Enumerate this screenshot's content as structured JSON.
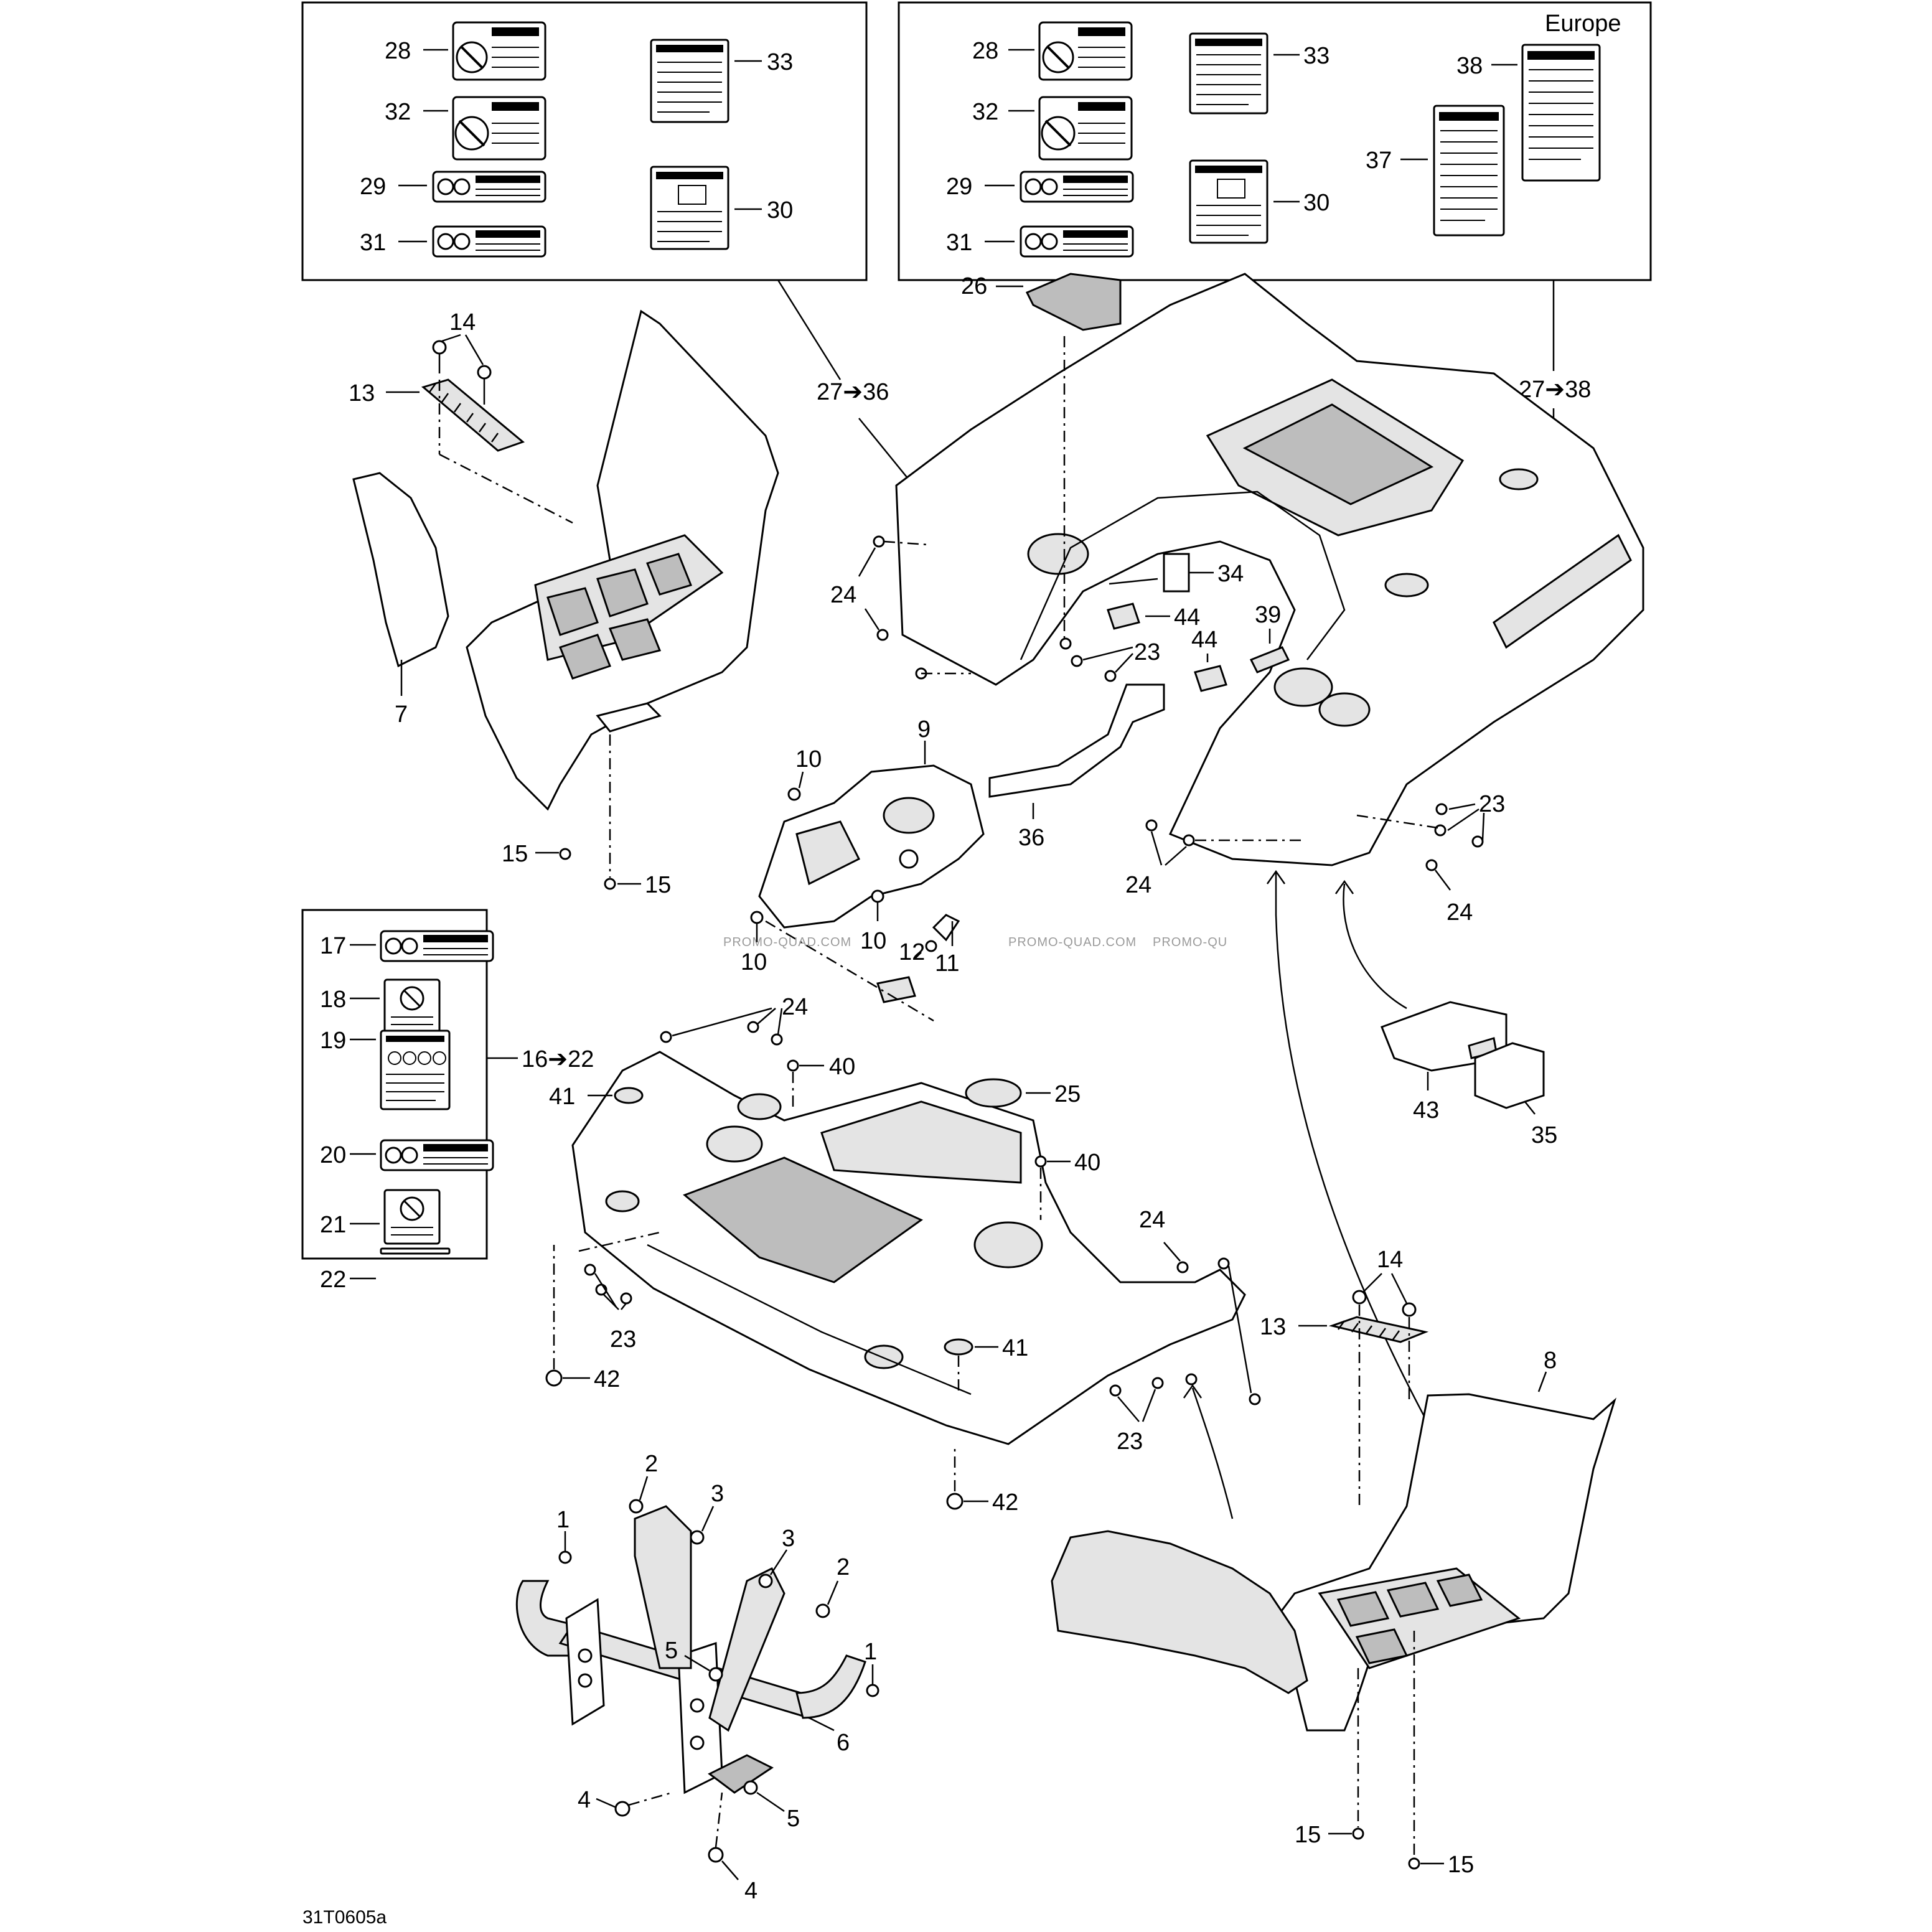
{
  "region_label": "Europe",
  "figure_code": "31T0605a",
  "watermark": "PROMO-QUAD.COM",
  "watermark_partial": "PROMO-QU",
  "callouts": {
    "c1": "1",
    "c2": "2",
    "c3": "3",
    "c4": "4",
    "c5": "5",
    "c6": "6",
    "c7": "7",
    "c8": "8",
    "c9": "9",
    "c10": "10",
    "c11": "11",
    "c12": "12",
    "c13": "13",
    "c14": "14",
    "c15": "15",
    "c16_22": "16➔22",
    "c17": "17",
    "c18": "18",
    "c19": "19",
    "c20": "20",
    "c21": "21",
    "c22": "22",
    "c23": "23",
    "c24": "24",
    "c25": "25",
    "c26": "26",
    "c27_36": "27➔36",
    "c27_38": "27➔38",
    "c28": "28",
    "c29": "29",
    "c30": "30",
    "c31": "31",
    "c32": "32",
    "c33": "33",
    "c34": "34",
    "c35": "35",
    "c36": "36",
    "c37": "37",
    "c38": "38",
    "c39": "39",
    "c40": "40",
    "c41": "41",
    "c42": "42",
    "c43": "43",
    "c44": "44"
  }
}
